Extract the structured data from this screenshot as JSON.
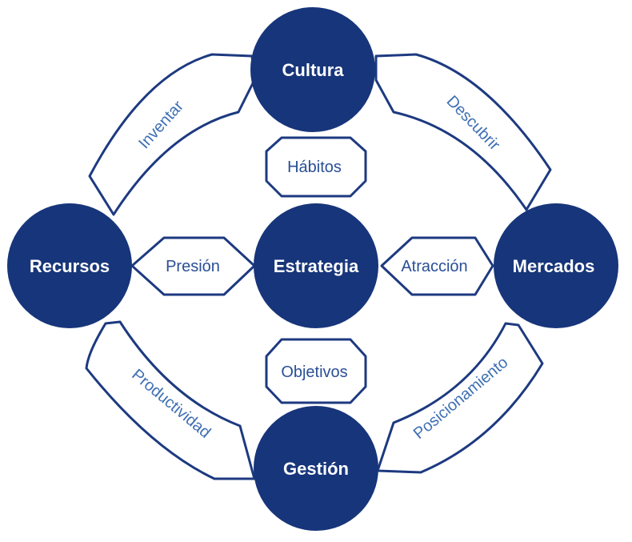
{
  "colors": {
    "node_fill": "#17357a",
    "node_text": "#ffffff",
    "outline": "#1d3a80",
    "hex_text": "#2a4f96",
    "arc_text": "#3e6fb3"
  },
  "nodes": {
    "top": "Cultura",
    "left": "Recursos",
    "center": "Estrategia",
    "right": "Mercados",
    "bottom": "Gestión"
  },
  "connectors": {
    "top": "Hábitos",
    "left": "Presión",
    "right": "Atracción",
    "bottom": "Objetivos"
  },
  "arcs": {
    "top_left": "Inventar",
    "top_right": "Descubrir",
    "bottom_left": "Productividad",
    "bottom_right": "Posicionamiento"
  }
}
